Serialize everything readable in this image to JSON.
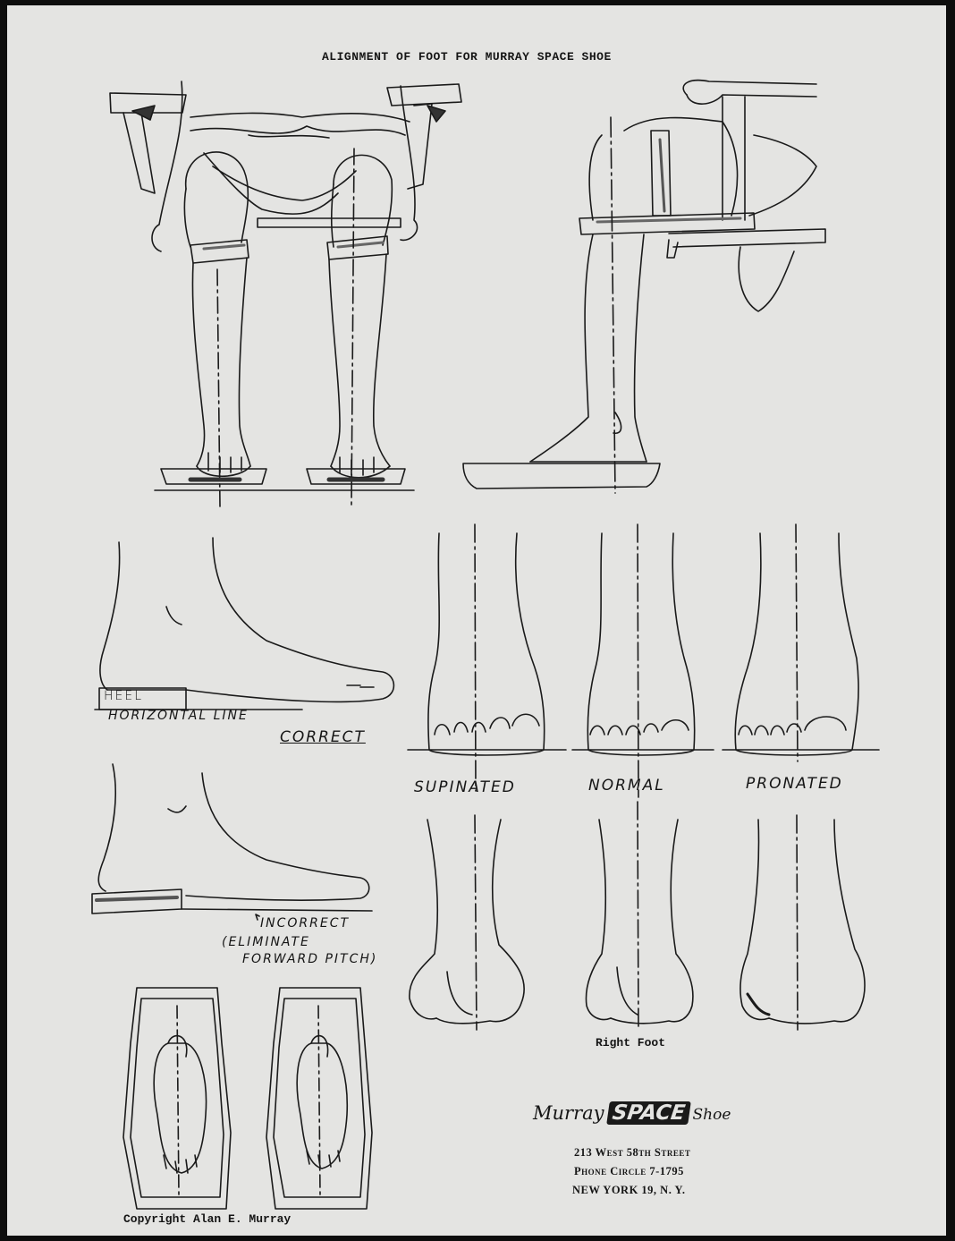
{
  "title": "ALIGNMENT OF FOOT FOR MURRAY SPACE SHOE",
  "labels": {
    "heel": "HEEL",
    "horizontal_line": "HORIZONTAL LINE",
    "correct": "CORRECT",
    "incorrect": "INCORRECT",
    "eliminate_1": "(ELIMINATE",
    "eliminate_2": "FORWARD PITCH)",
    "supinated": "SUPINATED",
    "normal": "NORMAL",
    "pronated": "PRONATED",
    "right_foot": "Right Foot"
  },
  "brand": {
    "script_left": "Murray",
    "box": "SPACE",
    "script_right": "Shoe",
    "address_1": "213 West 58th Street",
    "address_2": "Phone Circle 7-1795",
    "address_3": "NEW YORK 19, N. Y."
  },
  "copyright": "Copyright Alan E. Murray",
  "colors": {
    "paper": "#e4e4e2",
    "ink": "#151515",
    "frame": "#0d0d0d"
  }
}
